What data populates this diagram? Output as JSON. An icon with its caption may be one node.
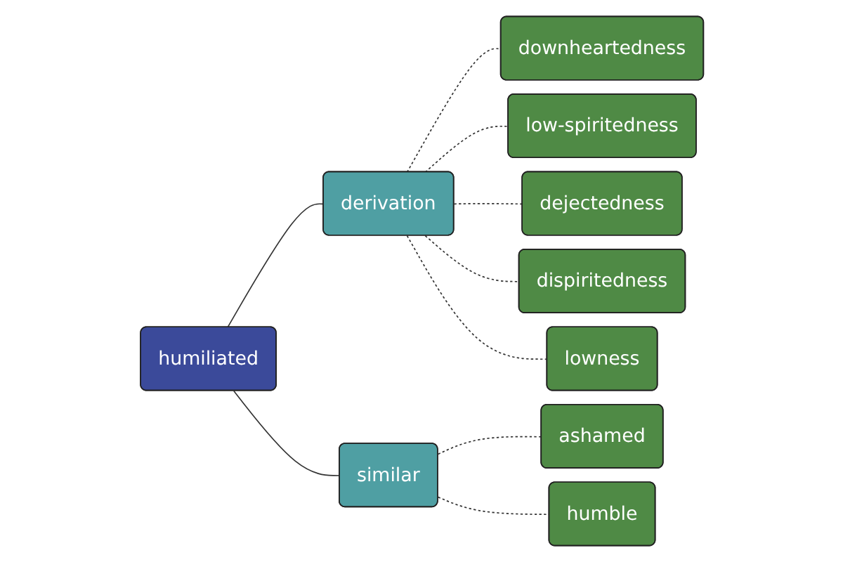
{
  "diagram": {
    "nodes": [
      {
        "text": [
          "humiliated"
        ]
      },
      {
        "text": [
          "derivation"
        ]
      },
      {
        "text": [
          "similar"
        ]
      },
      {
        "text": [
          "downheartedness"
        ]
      },
      {
        "text": [
          "low-spiritedness"
        ]
      },
      {
        "text": [
          "dejectedness"
        ]
      },
      {
        "text": [
          "dispiritedness"
        ]
      },
      {
        "text": [
          "lowness"
        ]
      },
      {
        "text": [
          "ashamed"
        ]
      },
      {
        "text": [
          "humble"
        ]
      }
    ],
    "edges": [
      {
        "from": 0,
        "to": 1,
        "arrow": "none"
      },
      {
        "from": 0,
        "to": 2,
        "arrow": "none"
      },
      {
        "from": 1,
        "to": 3,
        "arrow": "none",
        "style": "dashed"
      },
      {
        "from": 1,
        "to": 4,
        "arrow": "none",
        "style": "dashed"
      },
      {
        "from": 1,
        "to": 5,
        "arrow": "none",
        "style": "dashed"
      },
      {
        "from": 1,
        "to": 6,
        "arrow": "none",
        "style": "dashed"
      },
      {
        "from": 1,
        "to": 7,
        "arrow": "none",
        "style": "dashed"
      },
      {
        "from": 2,
        "to": 8,
        "arrow": "none",
        "style": "dashed"
      },
      {
        "from": 2,
        "to": 9,
        "arrow": "none",
        "style": "dashed"
      }
    ]
  }
}
